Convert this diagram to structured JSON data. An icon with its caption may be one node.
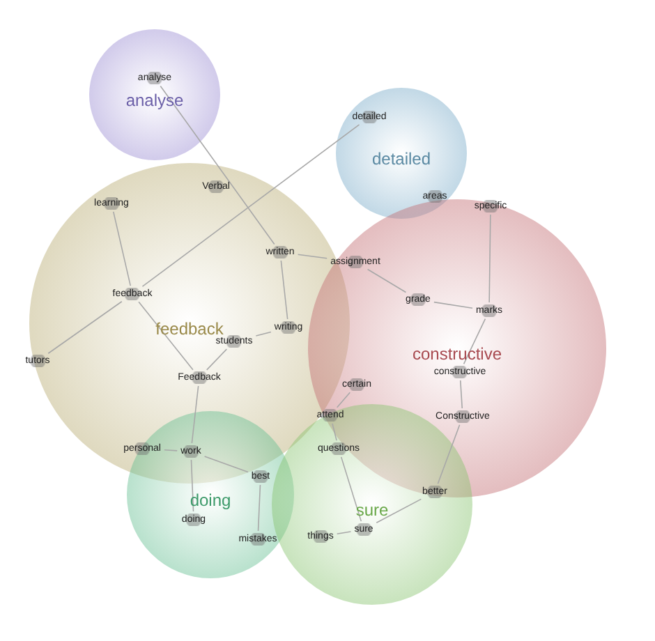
{
  "diagram": {
    "nodes": [
      {
        "text": [
          "analyse"
        ]
      },
      {
        "text": [
          "detailed"
        ]
      },
      {
        "text": [
          "feedback"
        ]
      },
      {
        "text": [
          "constructive"
        ]
      },
      {
        "text": [
          "doing"
        ]
      },
      {
        "text": [
          "sure"
        ]
      },
      {
        "text": [
          "analyse"
        ],
        "in": 0
      },
      {
        "text": [
          "detailed"
        ],
        "in": 1
      },
      {
        "text": [
          "Verbal"
        ],
        "in": 2
      },
      {
        "text": [
          "areas"
        ],
        "in": 1
      },
      {
        "text": [
          "learning"
        ],
        "in": 2
      },
      {
        "text": [
          "specific"
        ],
        "in": 3
      },
      {
        "text": [
          "written"
        ],
        "in": 2
      },
      {
        "text": [
          "assignment"
        ],
        "in": 3
      },
      {
        "text": [
          "feedback"
        ],
        "in": 2
      },
      {
        "text": [
          "grade"
        ],
        "in": 3
      },
      {
        "text": [
          "marks"
        ],
        "in": 3
      },
      {
        "text": [
          "writing"
        ],
        "in": 2
      },
      {
        "text": [
          "students"
        ],
        "in": 2
      },
      {
        "text": [
          "tutors"
        ]
      },
      {
        "text": [
          "constructive"
        ],
        "in": 3
      },
      {
        "text": [
          "Feedback"
        ],
        "in": 2
      },
      {
        "text": [
          "certain"
        ],
        "in": 3
      },
      {
        "text": [
          "attend"
        ]
      },
      {
        "text": [
          "Constructive"
        ],
        "in": 3
      },
      {
        "text": [
          "personal"
        ],
        "in": 2
      },
      {
        "text": [
          "work"
        ]
      },
      {
        "text": [
          "questions"
        ]
      },
      {
        "text": [
          "best"
        ]
      },
      {
        "text": [
          "better"
        ]
      },
      {
        "text": [
          "doing"
        ],
        "in": 4
      },
      {
        "text": [
          "things"
        ],
        "in": 5
      },
      {
        "text": [
          "sure"
        ],
        "in": 5
      },
      {
        "text": [
          "mistakes"
        ],
        "in": 4
      }
    ],
    "edges": [
      {
        "from": 6,
        "to": 12,
        "arrow": "none"
      },
      {
        "from": 7,
        "to": 14,
        "arrow": "none"
      },
      {
        "from": 10,
        "to": 14,
        "arrow": "none"
      },
      {
        "from": 14,
        "to": 19,
        "arrow": "none"
      },
      {
        "from": 14,
        "to": 21,
        "arrow": "none"
      },
      {
        "from": 21,
        "to": 18,
        "arrow": "none"
      },
      {
        "from": 18,
        "to": 17,
        "arrow": "none"
      },
      {
        "from": 17,
        "to": 12,
        "arrow": "none"
      },
      {
        "from": 12,
        "to": 13,
        "arrow": "none"
      },
      {
        "from": 13,
        "to": 15,
        "arrow": "none"
      },
      {
        "from": 15,
        "to": 16,
        "arrow": "none"
      },
      {
        "from": 11,
        "to": 16,
        "arrow": "none"
      },
      {
        "from": 16,
        "to": 20,
        "arrow": "none"
      },
      {
        "from": 20,
        "to": 24,
        "arrow": "none"
      },
      {
        "from": 24,
        "to": 29,
        "arrow": "none"
      },
      {
        "from": 29,
        "to": 32,
        "arrow": "none"
      },
      {
        "from": 32,
        "to": 31,
        "arrow": "none"
      },
      {
        "from": 32,
        "to": 27,
        "arrow": "none"
      },
      {
        "from": 27,
        "to": 23,
        "arrow": "none"
      },
      {
        "from": 23,
        "to": 22,
        "arrow": "none"
      },
      {
        "from": 21,
        "to": 26,
        "arrow": "none"
      },
      {
        "from": 25,
        "to": 26,
        "arrow": "none"
      },
      {
        "from": 26,
        "to": 28,
        "arrow": "none"
      },
      {
        "from": 26,
        "to": 30,
        "arrow": "none"
      },
      {
        "from": 28,
        "to": 33,
        "arrow": "none"
      }
    ]
  }
}
